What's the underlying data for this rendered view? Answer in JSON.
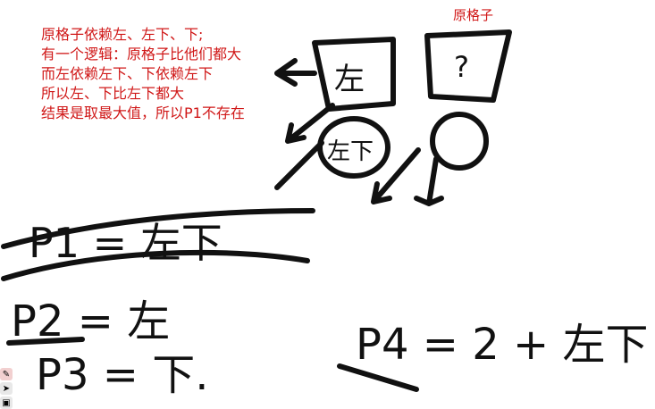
{
  "annotation": {
    "label": "原格子",
    "color": "#d01818",
    "note_lines": [
      "原格子依赖左、左下、下;",
      "有一个逻辑：原格子比他们都大",
      "而左依赖左下、下依赖左下",
      "所以左、下比左下都大",
      "结果是取最大值，所以P1不存在"
    ]
  },
  "handwriting": {
    "ink_color": "#111111",
    "cell_question": "?",
    "cell_left": "左",
    "circle_left": "左下",
    "equations": {
      "p1": "P1 = 左下",
      "p2": "P2 = 左",
      "p3": "P3 = 下.",
      "p4": "P4 = 2 + 左下"
    }
  },
  "toolbar": {
    "icons": [
      "pen-icon",
      "pointer-icon",
      "trash-icon"
    ]
  }
}
